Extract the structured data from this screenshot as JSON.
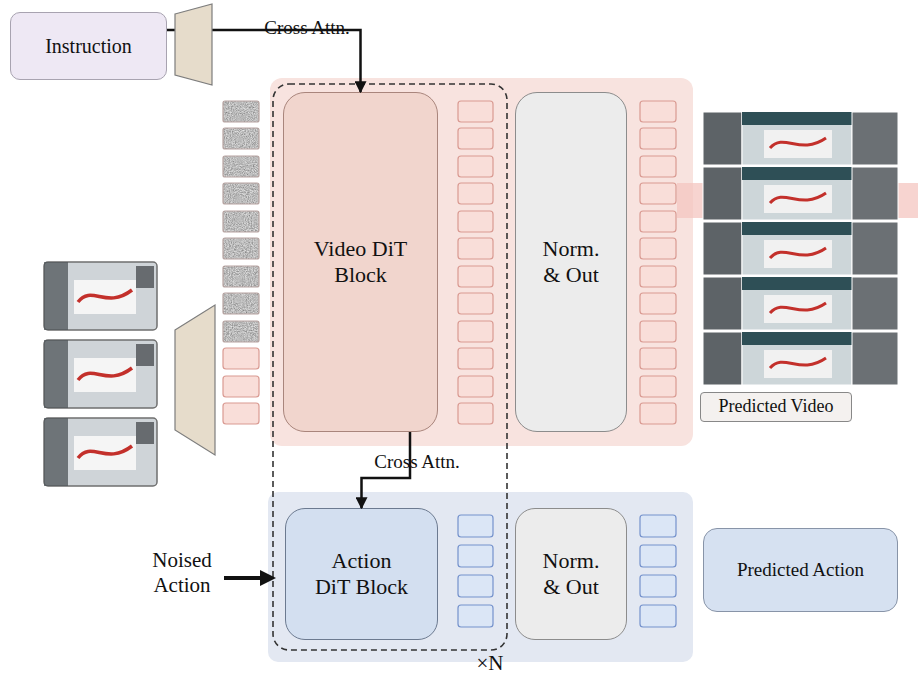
{
  "diagram": {
    "nodes": [
      {
        "text": [
          "Instruction"
        ]
      },
      {
        "text": [
          "Video DiT Block"
        ]
      },
      {
        "text": [
          "Norm. & Out"
        ]
      },
      {
        "text": [
          "Predicted Video"
        ]
      },
      {
        "text": [
          "Action DiT Block"
        ]
      },
      {
        "text": [
          "Norm. & Out"
        ]
      },
      {
        "text": [
          "Predicted Action"
        ]
      }
    ],
    "edges": [
      {
        "from": 0,
        "to": 1,
        "arrow": "to",
        "label": "Cross Attn."
      },
      {
        "from": 1,
        "to": 4,
        "arrow": "to",
        "label": "Cross Attn."
      }
    ],
    "labels": [
      "Noised Action",
      "×N"
    ]
  }
}
